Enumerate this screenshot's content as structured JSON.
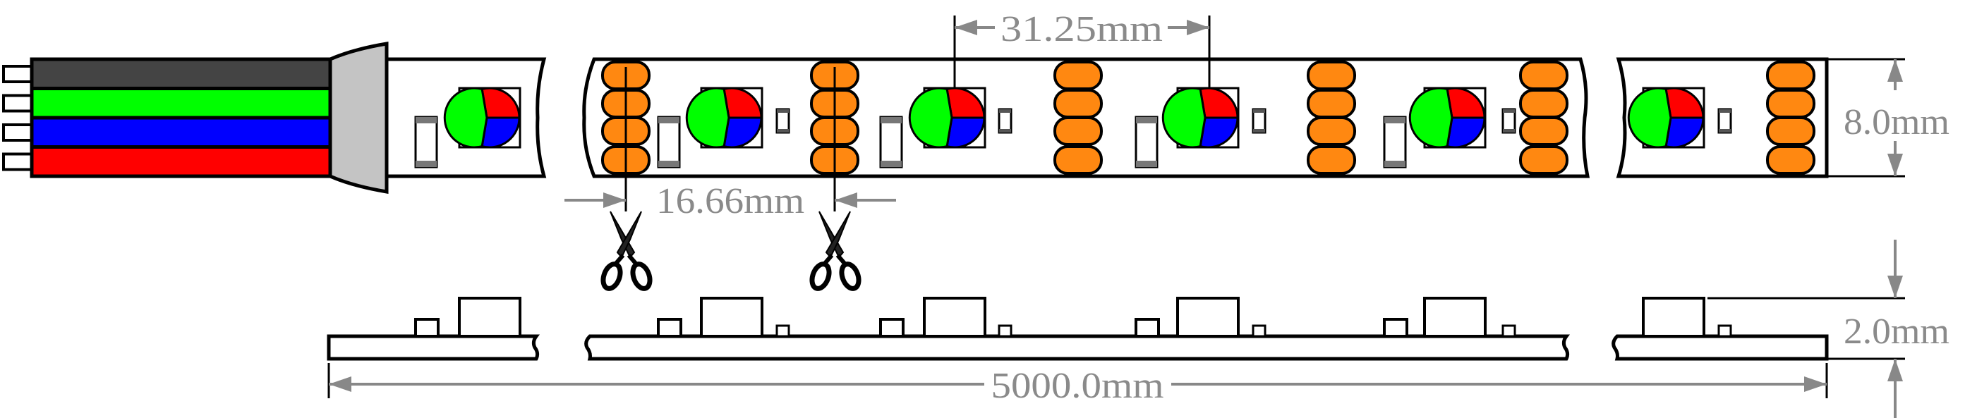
{
  "dimensions": {
    "pitch": "31.25mm",
    "cut_length": "16.66mm",
    "width": "8.0mm",
    "height": "2.0mm",
    "total_length": "5000.0mm"
  },
  "colors": {
    "wire_black": "#444444",
    "wire_green": "#00ff00",
    "wire_blue": "#0000ff",
    "wire_red": "#ff0000",
    "pad_orange": "#ff8811",
    "dimension_gray": "#888888",
    "connector_gray": "#c4c4c4"
  },
  "icons": [
    "scissors-icon",
    "scissors-icon"
  ]
}
